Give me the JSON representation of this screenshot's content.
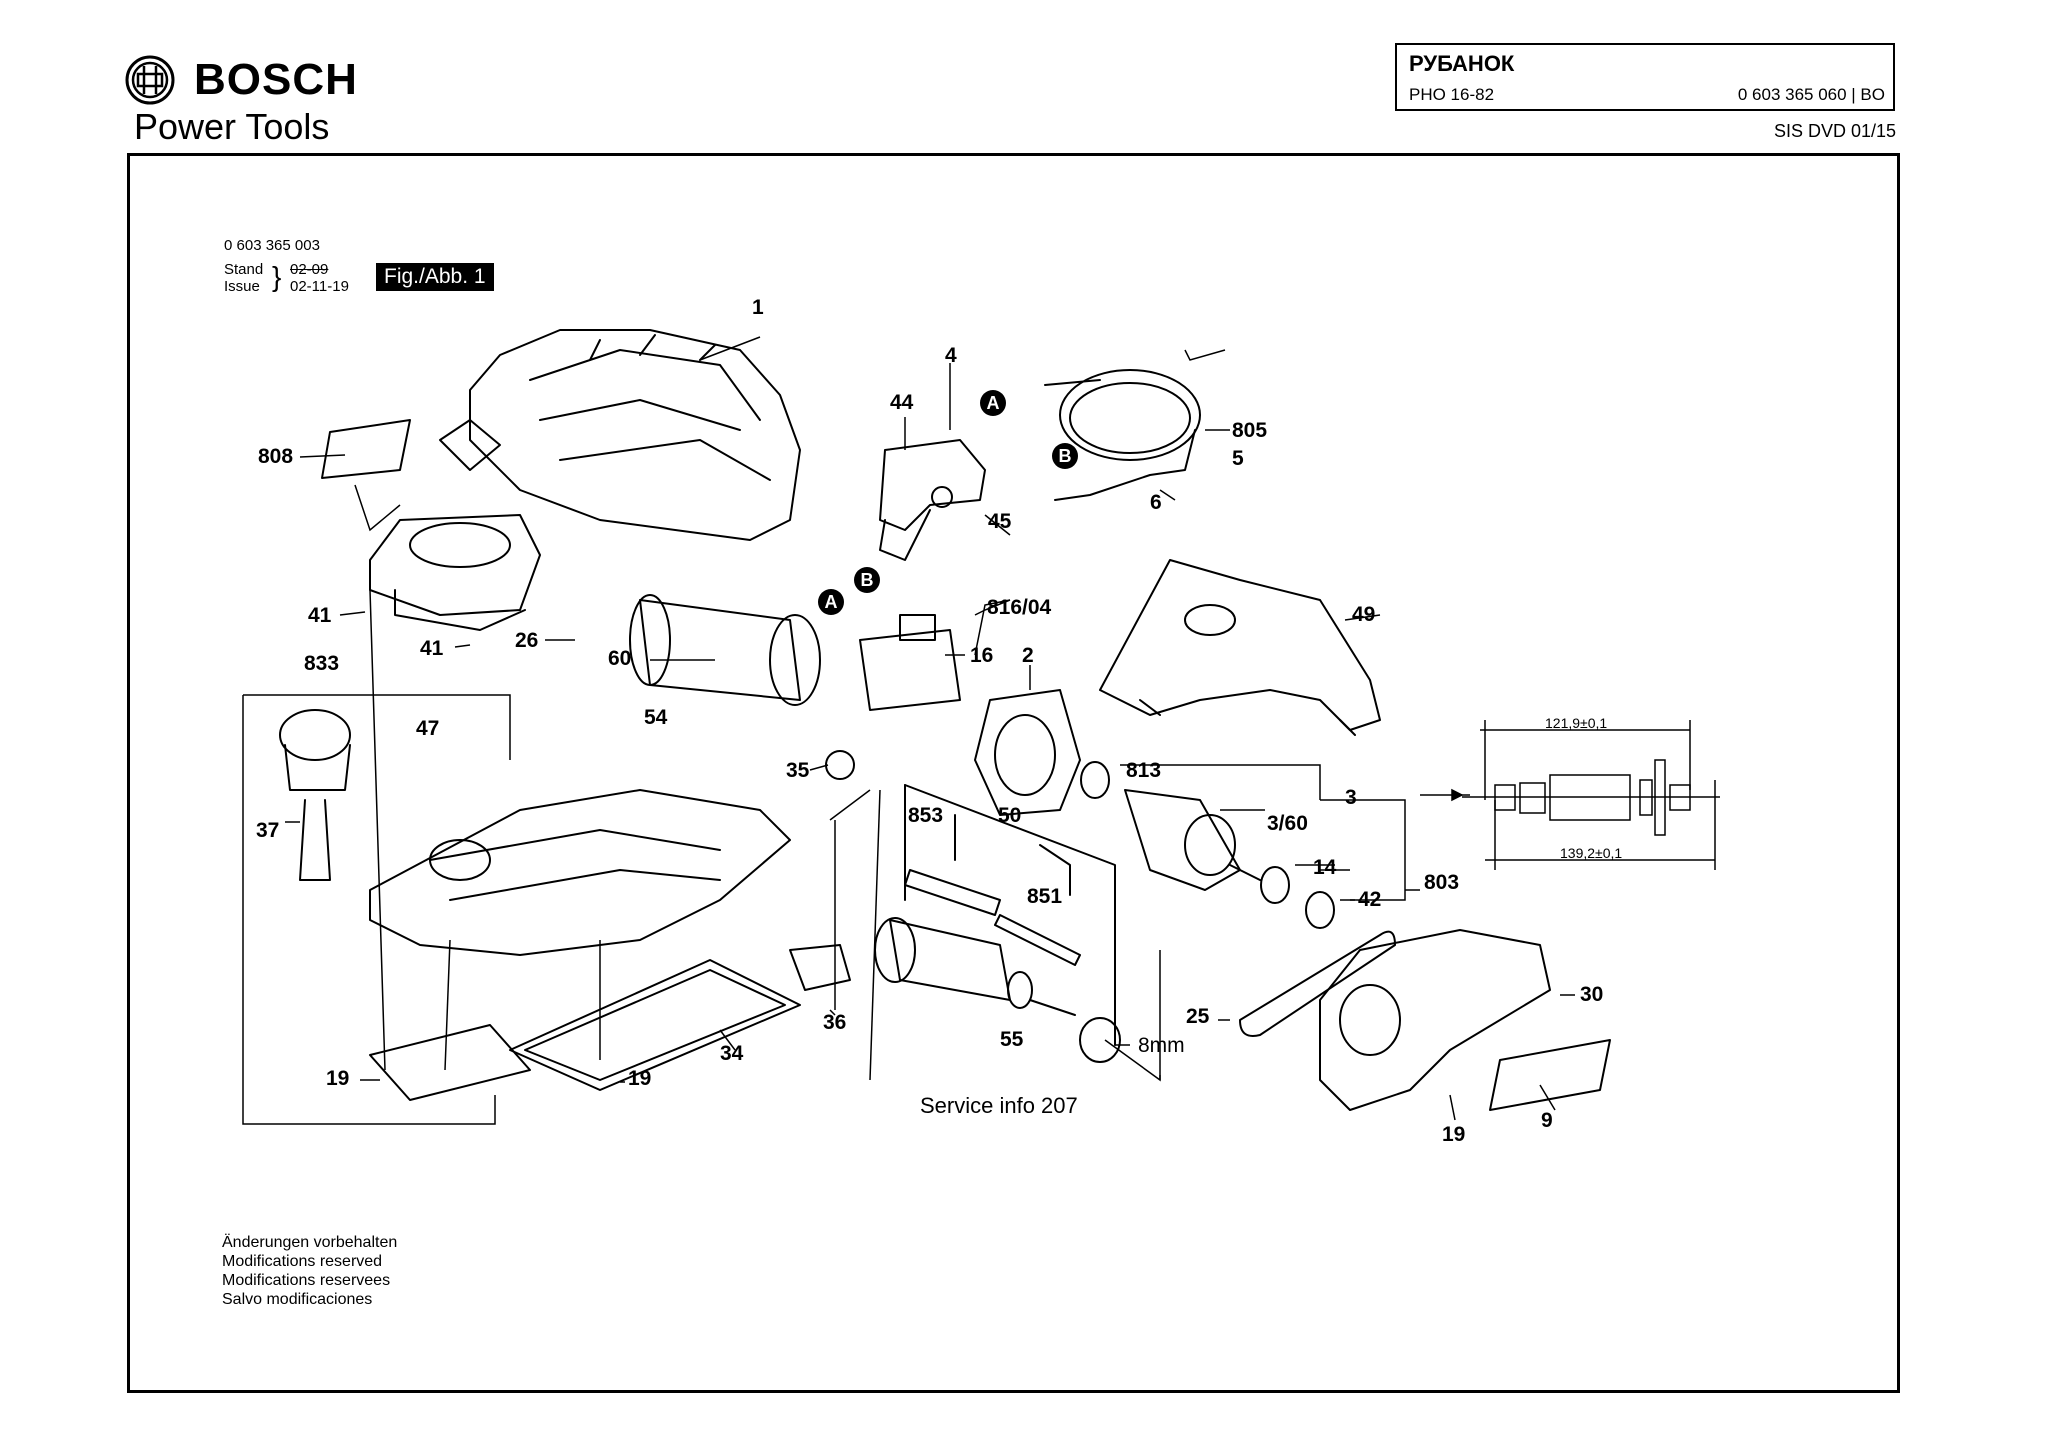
{
  "header": {
    "brand": "BOSCH",
    "brand_sub": "Power Tools",
    "title": "РУБАНОК",
    "model": "PHO 16-82",
    "code": "0 603 365 060 | BO",
    "dvd": "SIS DVD 01/15"
  },
  "figure": {
    "part_no": "0 603 365 003",
    "stand_label": "Stand",
    "stand_value": "02-09",
    "issue_label": "Issue",
    "issue_value": "02-11-19",
    "fig_label": "Fig./Abb. 1"
  },
  "callouts": {
    "c1": "1",
    "c4": "4",
    "c44": "44",
    "cA1": "A",
    "cB1": "B",
    "c805": "805",
    "c5": "5",
    "c45": "45",
    "c6": "6",
    "c808": "808",
    "c816": "816/04",
    "cA2": "A",
    "cB2": "B",
    "c49": "49",
    "c41a": "41",
    "c41b": "41",
    "c26": "26",
    "c60": "60",
    "c16": "16",
    "c2": "2",
    "c833": "833",
    "c47": "47",
    "c54": "54",
    "c35": "35",
    "c813": "813",
    "c3": "3",
    "c360": "3/60",
    "c37": "37",
    "c853": "853",
    "c50": "50",
    "c14": "14",
    "c803": "803",
    "c851": "851",
    "c42": "42",
    "c30": "30",
    "c36": "36",
    "c25": "25",
    "c55": "55",
    "c8mm": "8mm",
    "c34": "34",
    "c19a": "19",
    "c19b": "19",
    "c19c": "19",
    "c9": "9"
  },
  "dimensions": {
    "d1": "121,9±0,1",
    "d2": "139,2±0,1"
  },
  "service_info": "Service info 207",
  "notes": [
    "Änderungen vorbehalten",
    "Modifications reserved",
    "Modifications reservees",
    "Salvo modificaciones"
  ]
}
